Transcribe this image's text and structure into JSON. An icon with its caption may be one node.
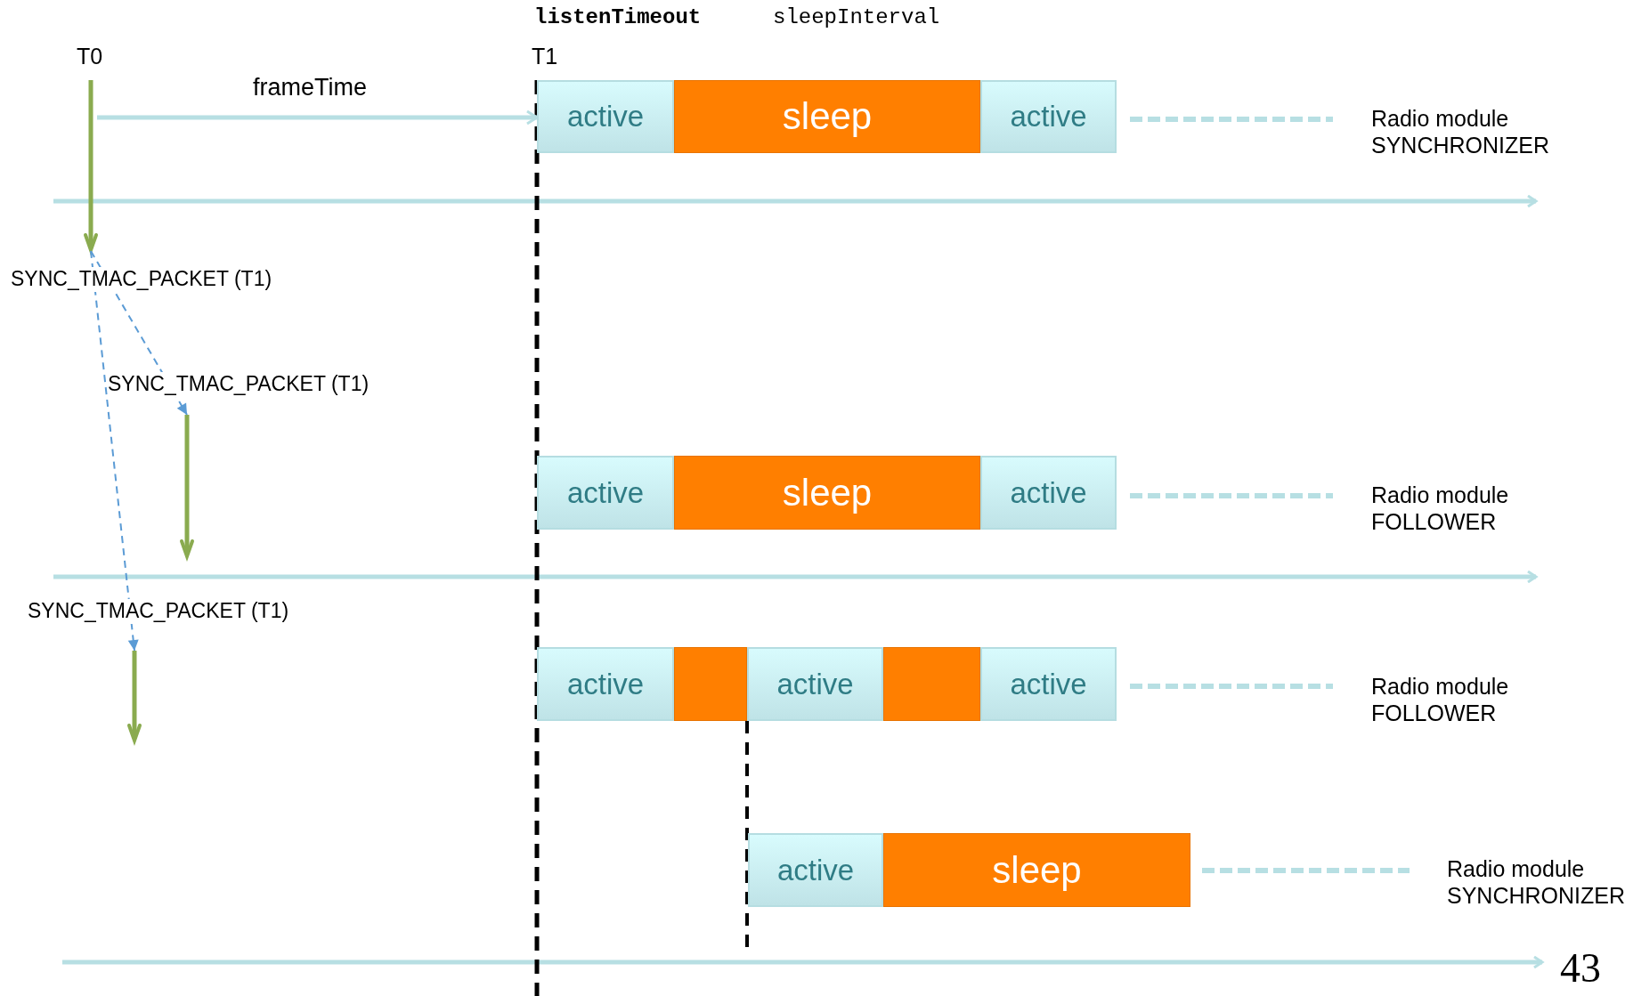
{
  "diagram": {
    "nodes": [
      {
        "text": [
          "active"
        ]
      },
      {
        "text": [
          "sleep"
        ]
      },
      {
        "text": [
          "active"
        ]
      },
      {
        "text": [
          "active"
        ]
      },
      {
        "text": [
          "sleep"
        ]
      },
      {
        "text": [
          "active"
        ]
      },
      {
        "text": [
          "active"
        ]
      },
      {
        "text": [],
        "shape": "box"
      },
      {
        "text": [
          "active"
        ]
      },
      {
        "text": [],
        "shape": "box"
      },
      {
        "text": [
          "active"
        ]
      },
      {
        "text": [
          "active"
        ]
      },
      {
        "text": [
          "sleep"
        ]
      },
      {
        "text": [],
        "shape": "arrow",
        "beside": [
          "T0"
        ]
      },
      {
        "text": [],
        "shape": "arrow"
      },
      {
        "text": [],
        "shape": "arrow"
      }
    ],
    "edges": [
      {
        "from": 13,
        "to": 0,
        "arrow": "to",
        "label": "frameTime",
        "style": "thick",
        "color": "#b7dfe3"
      },
      {
        "from": 13,
        "to": 14,
        "arrow": "to",
        "style": "dashed",
        "color": "#5b9bd5"
      },
      {
        "from": 13,
        "to": 15,
        "arrow": "to",
        "style": "dashed",
        "color": "#5b9bd5"
      }
    ],
    "labels": [
      "listenTimeout",
      "sleepInterval",
      "T1",
      "Radio module SYNCHRONIZER",
      "SYNC_TMAC_PACKET (T1)",
      "SYNC_TMAC_PACKET (T1)",
      "Radio module FOLLOWER",
      "SYNC_TMAC_PACKET (T1)",
      "Radio module FOLLOWER",
      "Radio module SYNCHRONIZER",
      "43"
    ]
  }
}
